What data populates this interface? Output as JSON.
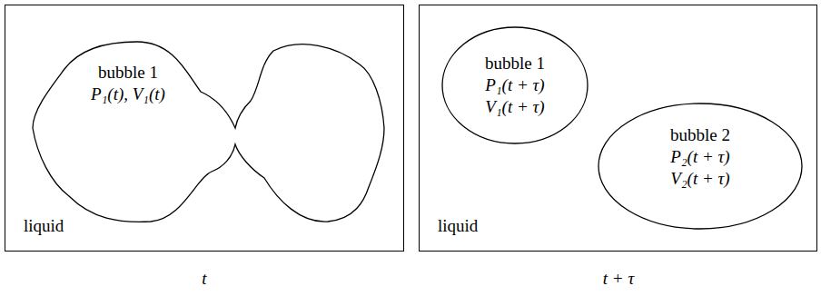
{
  "diagram": {
    "nodes": [
      {
        "text": [
          "liquid"
        ]
      },
      {
        "text": [
          "bubble 1",
          "P₁(t), V₁(t)"
        ],
        "in": 0
      },
      {
        "text": [
          "liquid"
        ]
      },
      {
        "text": [
          "bubble 1",
          "P₁(t + τ)",
          "V₁(t + τ)"
        ],
        "in": 2
      },
      {
        "text": [
          "bubble 2",
          "P₂(t + τ)",
          "V₂(t + τ)"
        ],
        "in": 2
      }
    ],
    "labels": [
      "t",
      "t + τ"
    ]
  }
}
